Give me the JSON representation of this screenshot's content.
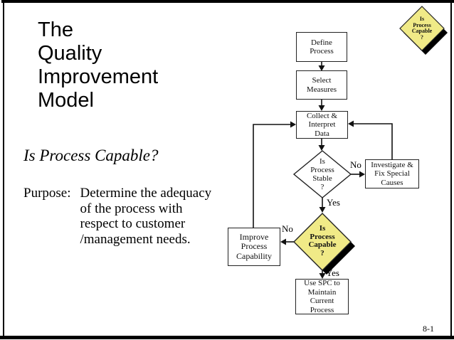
{
  "slide": {
    "title": "The\nQuality\nImprovement\nModel",
    "subtitle": "Is Process Capable?",
    "purpose_label": "Purpose:",
    "purpose_text": "Determine the adequacy\nof the process with\nrespect to customer\n/management needs.",
    "page_number": "8-1"
  },
  "corner_badge": {
    "text": "Is\nProcess\nCapable\n?"
  },
  "flowchart": {
    "nodes": {
      "define": "Define\nProcess",
      "select": "Select\nMeasures",
      "collect": "Collect &\nInterpret\nData",
      "stable": "Is\nProcess\nStable\n?",
      "investigate": "Investigate &\nFix Special\nCauses",
      "capable": "Is\nProcess\nCapable\n?",
      "improve": "Improve\nProcess\nCapability",
      "use_spc": "Use SPC to\nMaintain\nCurrent\nProcess"
    },
    "labels": {
      "stable_no": "No",
      "stable_yes": "Yes",
      "capable_no": "No",
      "capable_yes": "Yes"
    }
  },
  "colors": {
    "diamond_yellow": "#F0EA87",
    "diamond_shadow": "#000000",
    "line": "#111111",
    "frame": "#000000"
  }
}
